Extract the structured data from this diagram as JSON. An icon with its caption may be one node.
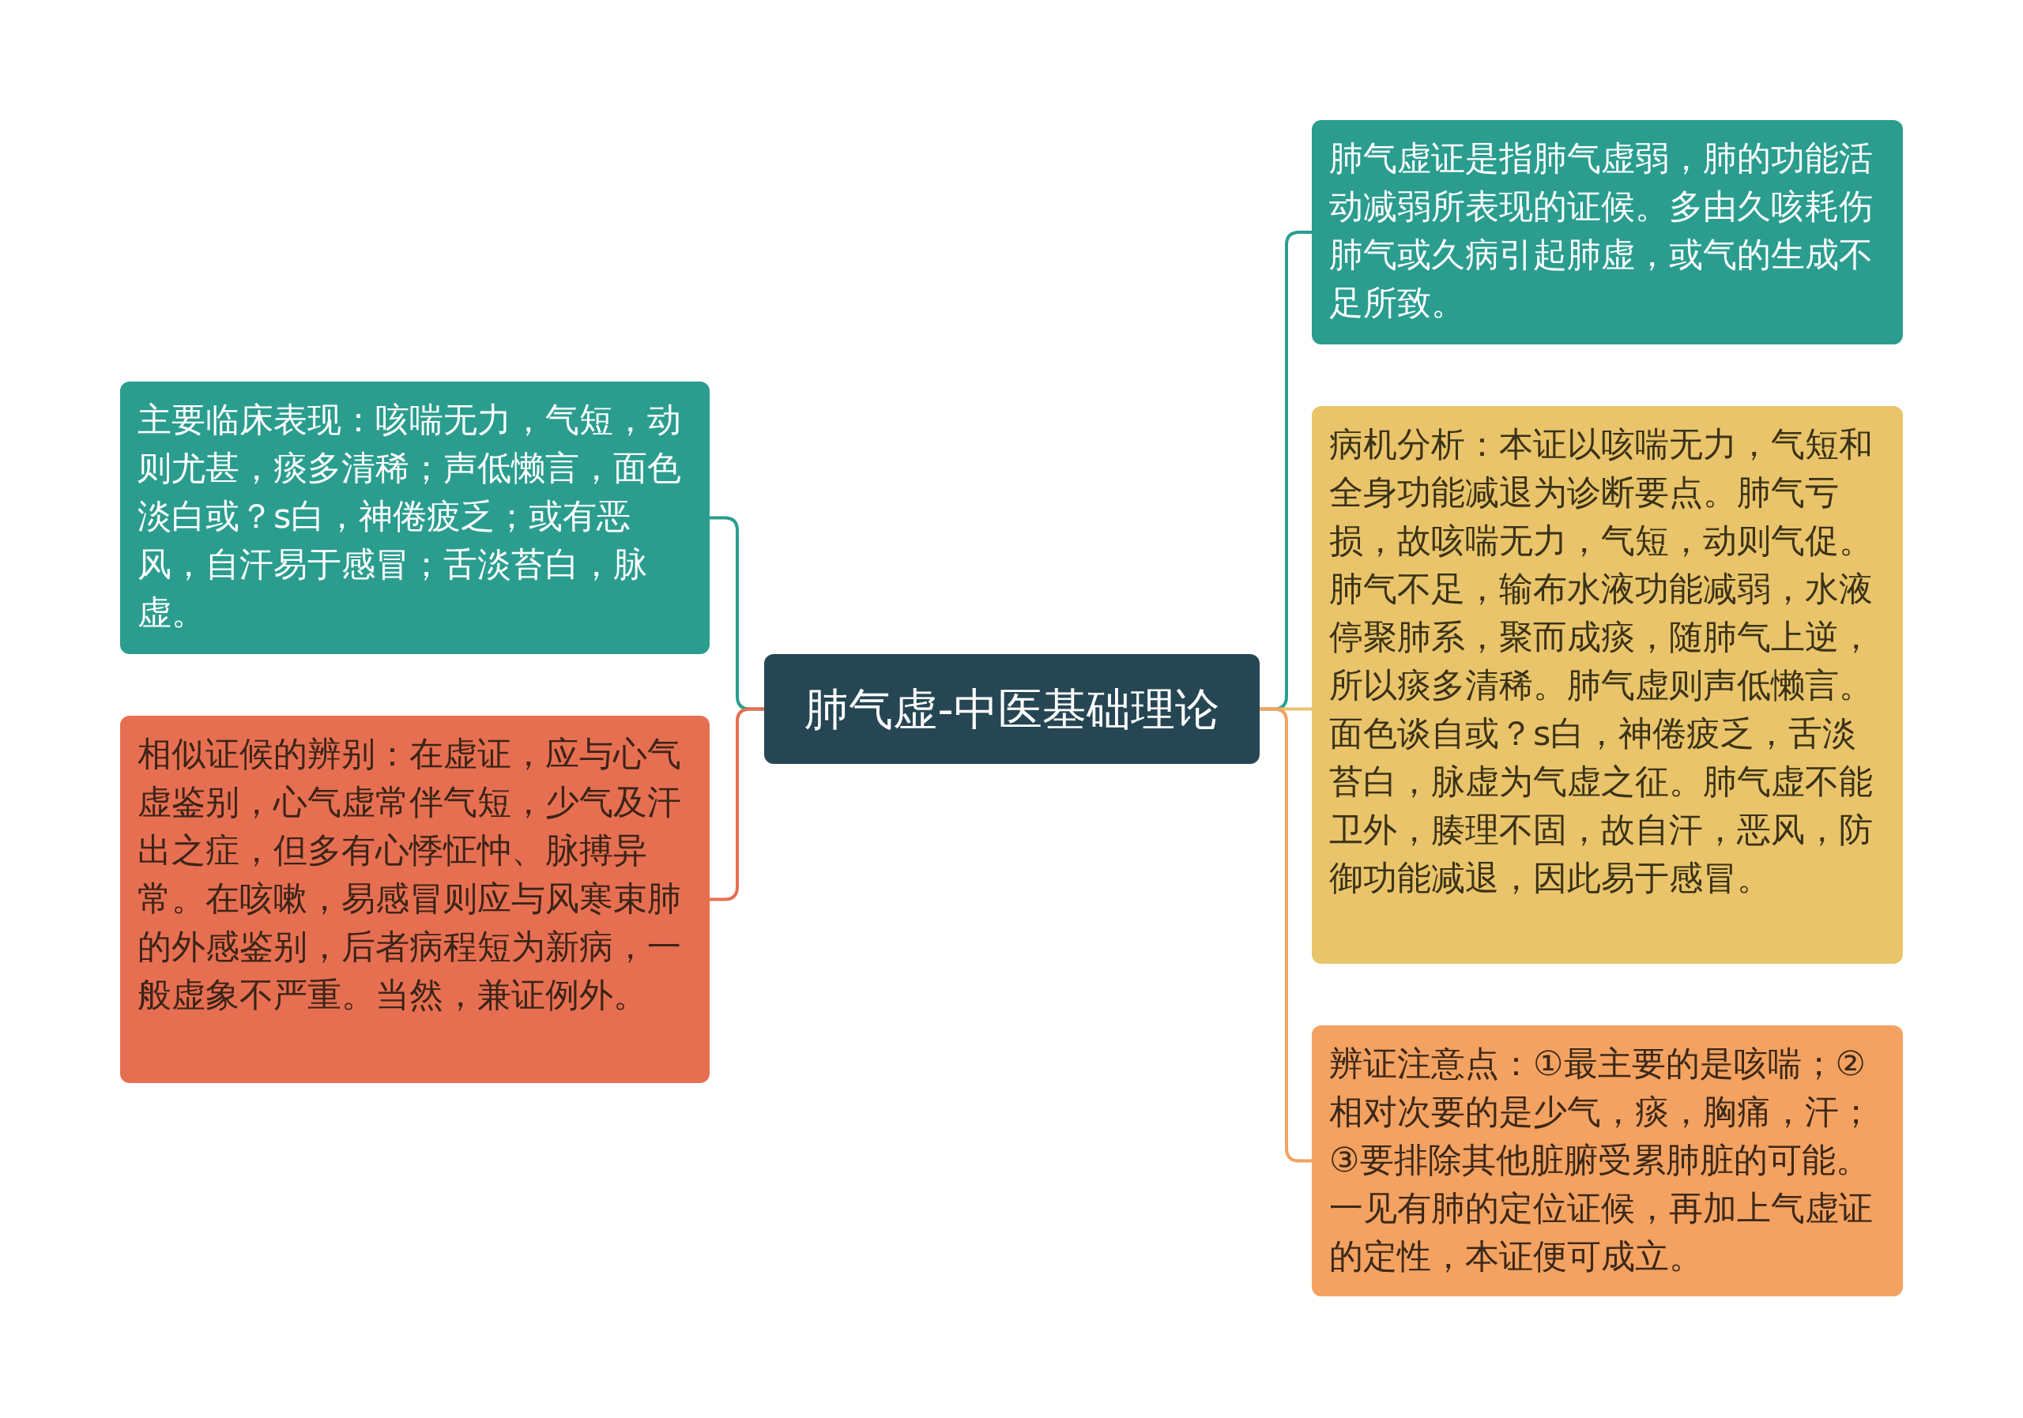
{
  "diagram": {
    "nodes": [
      {
        "text": [
          "肺气虚-中医基础理论"
        ]
      },
      {
        "text": [
          "主要临床表现：咳喘无力，气短，动则尤甚，痰多清稀；声低懒言，面色淡白或？s白，神倦疲乏；或有恶风，自汗易于感冒；舌淡苔白，脉虚。"
        ]
      },
      {
        "text": [
          "相似证候的辨别：在虚证，应与心气虚鉴别，心气虚常伴气短，少气及汗出之症，但多有心悸怔忡、脉搏异常。在咳嗽，易感冒则应与风寒束肺的外感鉴别，后者病程短为新病，一般虚象不严重。当然，兼证例外。"
        ]
      },
      {
        "text": [
          "肺气虚证是指肺气虚弱，肺的功能活动减弱所表现的证候。多由久咳耗伤肺气或久病引起肺虚，或气的生成不足所致。"
        ]
      },
      {
        "text": [
          "病机分析：本证以咳喘无力，气短和全身功能减退为诊断要点。肺气亏损，故咳喘无力，气短，动则气促。肺气不足，输布水液功能减弱，水液停聚肺系，聚而成痰，随肺气上逆，所以痰多清稀。肺气虚则声低懒言。面色谈自或？s白，神倦疲乏，舌淡苔白，脉虚为气虚之征。肺气虚不能卫外，腠理不固，故自汗，恶风，防御功能减退，因此易于感冒。"
        ]
      },
      {
        "text": [
          "辨证注意点：①最主要的是咳喘；②相对次要的是少气，痰，胸痛，汗；③要排除其他脏腑受累肺脏的可能。一见有肺的定位证候，再加上气虚证的定性，本证便可成立。"
        ]
      }
    ],
    "edges": [
      {
        "from": 0,
        "to": 1,
        "arrow": "none",
        "color": "#2a9d8f"
      },
      {
        "from": 0,
        "to": 2,
        "arrow": "none",
        "color": "#e76f51"
      },
      {
        "from": 0,
        "to": 3,
        "arrow": "none",
        "color": "#2a9d8f"
      },
      {
        "from": 0,
        "to": 4,
        "arrow": "none",
        "color": "#e9c46a"
      },
      {
        "from": 0,
        "to": 5,
        "arrow": "none",
        "color": "#f4a261"
      }
    ]
  }
}
